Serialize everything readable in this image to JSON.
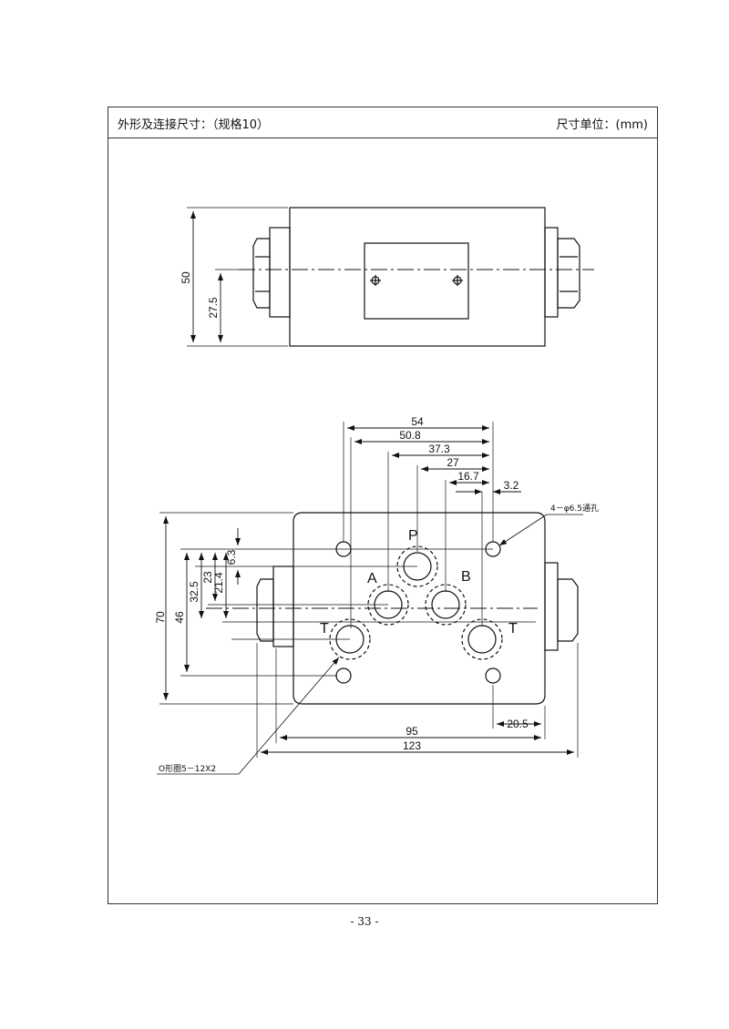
{
  "header": {
    "title": "外形及连接尺寸：（规格10）",
    "unit": "尺寸单位：(mm)"
  },
  "side_view": {
    "dims": {
      "height": "50",
      "axis": "27.5"
    }
  },
  "bottom_view": {
    "dims": {
      "d54": "54",
      "d50_8": "50.8",
      "d37_3": "37.3",
      "d27": "27",
      "d16_7": "16.7",
      "d3_2": "3.2",
      "d70": "70",
      "d46": "46",
      "d32_5": "32.5",
      "d23": "23",
      "d21_4": "21.4",
      "d6_3": "6.3",
      "d20_5": "20.5",
      "d95": "95",
      "d123": "123"
    },
    "ports": {
      "p": "P",
      "a": "A",
      "b": "B",
      "t_left": "T",
      "t_right": "T"
    },
    "notes": {
      "holes": "4－φ6.5通孔",
      "oring": "O形圈5－12X2"
    }
  },
  "footer": {
    "page": "- 33 -"
  }
}
